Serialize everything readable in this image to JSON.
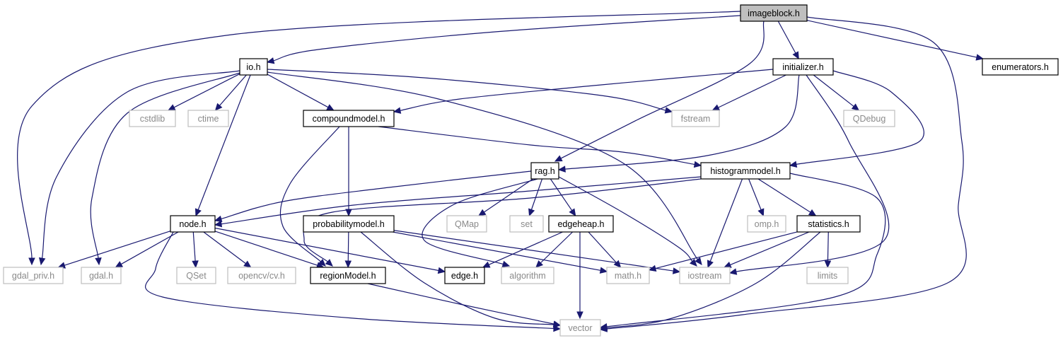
{
  "colors": {
    "edge": "#191970",
    "root_fill": "#bfbfbf",
    "local_border": "#000000",
    "system_border": "#bfbfbf",
    "system_text": "#8a8a8a"
  },
  "nodes": [
    {
      "id": "imageblock",
      "label": "imageblock.h",
      "kind": "root"
    },
    {
      "id": "io",
      "label": "io.h",
      "kind": "local"
    },
    {
      "id": "initializer",
      "label": "initializer.h",
      "kind": "local"
    },
    {
      "id": "enumerators",
      "label": "enumerators.h",
      "kind": "local"
    },
    {
      "id": "cstdlib",
      "label": "cstdlib",
      "kind": "system"
    },
    {
      "id": "ctime",
      "label": "ctime",
      "kind": "system"
    },
    {
      "id": "compoundmodel",
      "label": "compoundmodel.h",
      "kind": "local"
    },
    {
      "id": "fstream",
      "label": "fstream",
      "kind": "system"
    },
    {
      "id": "qdebug",
      "label": "QDebug",
      "kind": "system"
    },
    {
      "id": "rag",
      "label": "rag.h",
      "kind": "local"
    },
    {
      "id": "histogrammodel",
      "label": "histogrammodel.h",
      "kind": "local"
    },
    {
      "id": "node",
      "label": "node.h",
      "kind": "local"
    },
    {
      "id": "probabilitymodel",
      "label": "probabilitymodel.h",
      "kind": "local"
    },
    {
      "id": "qmap",
      "label": "QMap",
      "kind": "system"
    },
    {
      "id": "set",
      "label": "set",
      "kind": "system"
    },
    {
      "id": "edgeheap",
      "label": "edgeheap.h",
      "kind": "local"
    },
    {
      "id": "omp",
      "label": "omp.h",
      "kind": "system"
    },
    {
      "id": "statistics",
      "label": "statistics.h",
      "kind": "local"
    },
    {
      "id": "gdal_priv",
      "label": "gdal_priv.h",
      "kind": "system"
    },
    {
      "id": "gdal",
      "label": "gdal.h",
      "kind": "system"
    },
    {
      "id": "qset",
      "label": "QSet",
      "kind": "system"
    },
    {
      "id": "opencv",
      "label": "opencv/cv.h",
      "kind": "system"
    },
    {
      "id": "regionmodel",
      "label": "regionModel.h",
      "kind": "local"
    },
    {
      "id": "edge",
      "label": "edge.h",
      "kind": "local"
    },
    {
      "id": "algorithm",
      "label": "algorithm",
      "kind": "system"
    },
    {
      "id": "math",
      "label": "math.h",
      "kind": "system"
    },
    {
      "id": "iostream",
      "label": "iostream",
      "kind": "system"
    },
    {
      "id": "limits",
      "label": "limits",
      "kind": "system"
    },
    {
      "id": "vector",
      "label": "vector",
      "kind": "system"
    }
  ],
  "edges": [
    [
      "imageblock",
      "io"
    ],
    [
      "imageblock",
      "initializer"
    ],
    [
      "imageblock",
      "enumerators"
    ],
    [
      "imageblock",
      "gdal_priv"
    ],
    [
      "imageblock",
      "rag"
    ],
    [
      "imageblock",
      "vector"
    ],
    [
      "io",
      "cstdlib"
    ],
    [
      "io",
      "ctime"
    ],
    [
      "io",
      "compoundmodel"
    ],
    [
      "io",
      "fstream"
    ],
    [
      "io",
      "node"
    ],
    [
      "io",
      "gdal_priv"
    ],
    [
      "io",
      "gdal"
    ],
    [
      "io",
      "iostream"
    ],
    [
      "initializer",
      "compoundmodel"
    ],
    [
      "initializer",
      "fstream"
    ],
    [
      "initializer",
      "qdebug"
    ],
    [
      "initializer",
      "rag"
    ],
    [
      "initializer",
      "histogrammodel"
    ],
    [
      "initializer",
      "iostream"
    ],
    [
      "compoundmodel",
      "probabilitymodel"
    ],
    [
      "compoundmodel",
      "histogrammodel"
    ],
    [
      "compoundmodel",
      "regionmodel"
    ],
    [
      "rag",
      "node"
    ],
    [
      "rag",
      "qmap"
    ],
    [
      "rag",
      "set"
    ],
    [
      "rag",
      "edgeheap"
    ],
    [
      "rag",
      "algorithm"
    ],
    [
      "rag",
      "iostream"
    ],
    [
      "histogrammodel",
      "node"
    ],
    [
      "histogrammodel",
      "regionmodel"
    ],
    [
      "histogrammodel",
      "omp"
    ],
    [
      "histogrammodel",
      "statistics"
    ],
    [
      "histogrammodel",
      "iostream"
    ],
    [
      "histogrammodel",
      "vector"
    ],
    [
      "node",
      "gdal_priv"
    ],
    [
      "node",
      "gdal"
    ],
    [
      "node",
      "qset"
    ],
    [
      "node",
      "opencv"
    ],
    [
      "node",
      "regionmodel"
    ],
    [
      "node",
      "edge"
    ],
    [
      "node",
      "vector"
    ],
    [
      "probabilitymodel",
      "regionmodel"
    ],
    [
      "probabilitymodel",
      "math"
    ],
    [
      "probabilitymodel",
      "iostream"
    ],
    [
      "probabilitymodel",
      "vector"
    ],
    [
      "edgeheap",
      "edge"
    ],
    [
      "edgeheap",
      "algorithm"
    ],
    [
      "edgeheap",
      "math"
    ],
    [
      "edgeheap",
      "vector"
    ],
    [
      "statistics",
      "math"
    ],
    [
      "statistics",
      "iostream"
    ],
    [
      "statistics",
      "limits"
    ],
    [
      "statistics",
      "vector"
    ],
    [
      "regionmodel",
      "vector"
    ]
  ]
}
